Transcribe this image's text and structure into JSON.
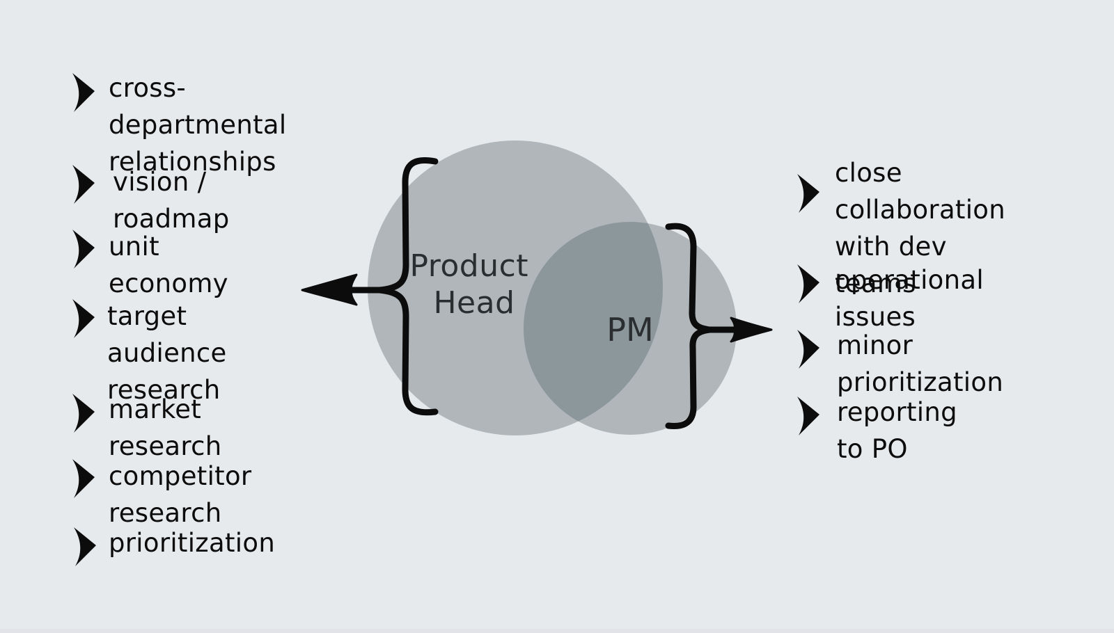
{
  "diagram": {
    "left_node": {
      "label_line1": "Product",
      "label_line2": "Head"
    },
    "right_node": {
      "label": "PM"
    },
    "colors": {
      "background": "#e7eaed",
      "circle_fill": "#b0b6b9",
      "overlap_fill": "#8c979c",
      "ink": "#0c0c0c"
    }
  },
  "left_list": {
    "icon": "chevron-right-icon",
    "items": [
      {
        "label": "cross-departmental\nrelationships"
      },
      {
        "label": "vision / roadmap"
      },
      {
        "label": "unit economy"
      },
      {
        "label": "target audience\nresearch"
      },
      {
        "label": "market research"
      },
      {
        "label": "competitor research"
      },
      {
        "label": "prioritization"
      }
    ]
  },
  "right_list": {
    "icon": "chevron-right-icon",
    "items": [
      {
        "label": "close collaboration\nwith dev teams"
      },
      {
        "label": "operational issues"
      },
      {
        "label": "minor prioritization"
      },
      {
        "label": "reporting to PO"
      }
    ]
  }
}
